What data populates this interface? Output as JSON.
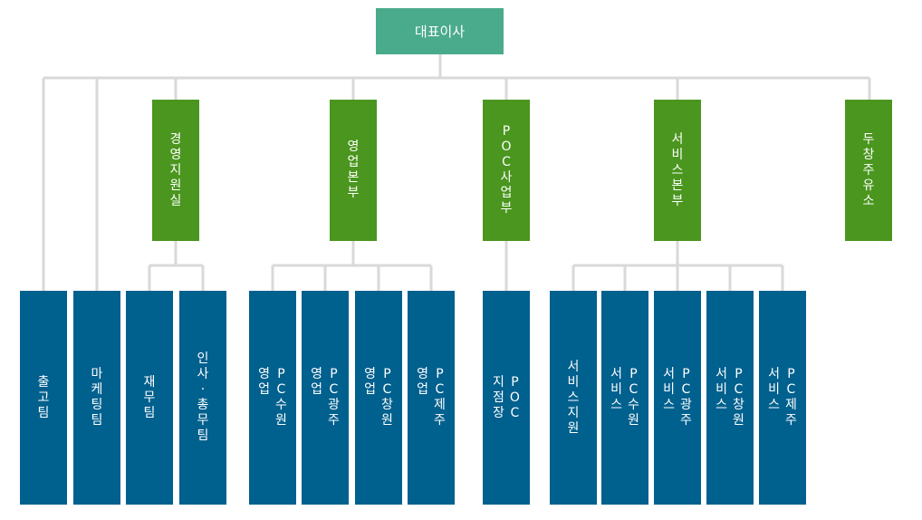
{
  "colors": {
    "ceo": "#4aab8c",
    "department": "#4a961e",
    "team": "#00608e",
    "connector": "#d9d9d9",
    "text": "#ffffff"
  },
  "ceo": {
    "label": "대표이사"
  },
  "departments": [
    {
      "id": "mgmt",
      "label": "경영지원실"
    },
    {
      "id": "sales",
      "label": "영업본부"
    },
    {
      "id": "poc",
      "label": "POC사업부"
    },
    {
      "id": "service",
      "label": "서비스본부"
    },
    {
      "id": "dcy",
      "label": "두창주유소"
    }
  ],
  "teams": [
    {
      "id": "shipping",
      "label": "출고팀"
    },
    {
      "id": "marketing",
      "label": "마케팅팀"
    },
    {
      "id": "finance",
      "label": "재무팀"
    },
    {
      "id": "hr",
      "label": "인사·총무팀"
    },
    {
      "id": "pc-suwon-sales",
      "label": "PC수원 영업"
    },
    {
      "id": "pc-gwangju-sales",
      "label": "PC광주 영업"
    },
    {
      "id": "pc-changwon-sales",
      "label": "PC창원 영업"
    },
    {
      "id": "pc-jeju-sales",
      "label": "PC제주 영업"
    },
    {
      "id": "poc-branch",
      "label": "POC 지점장"
    },
    {
      "id": "service-support",
      "label": "서비스지원"
    },
    {
      "id": "pc-suwon-service",
      "label": "PC수원 서비스"
    },
    {
      "id": "pc-gwangju-service",
      "label": "PC광주 서비스"
    },
    {
      "id": "pc-changwon-service",
      "label": "PC창원 서비스"
    },
    {
      "id": "pc-jeju-service",
      "label": "PC제주 서비스"
    }
  ]
}
